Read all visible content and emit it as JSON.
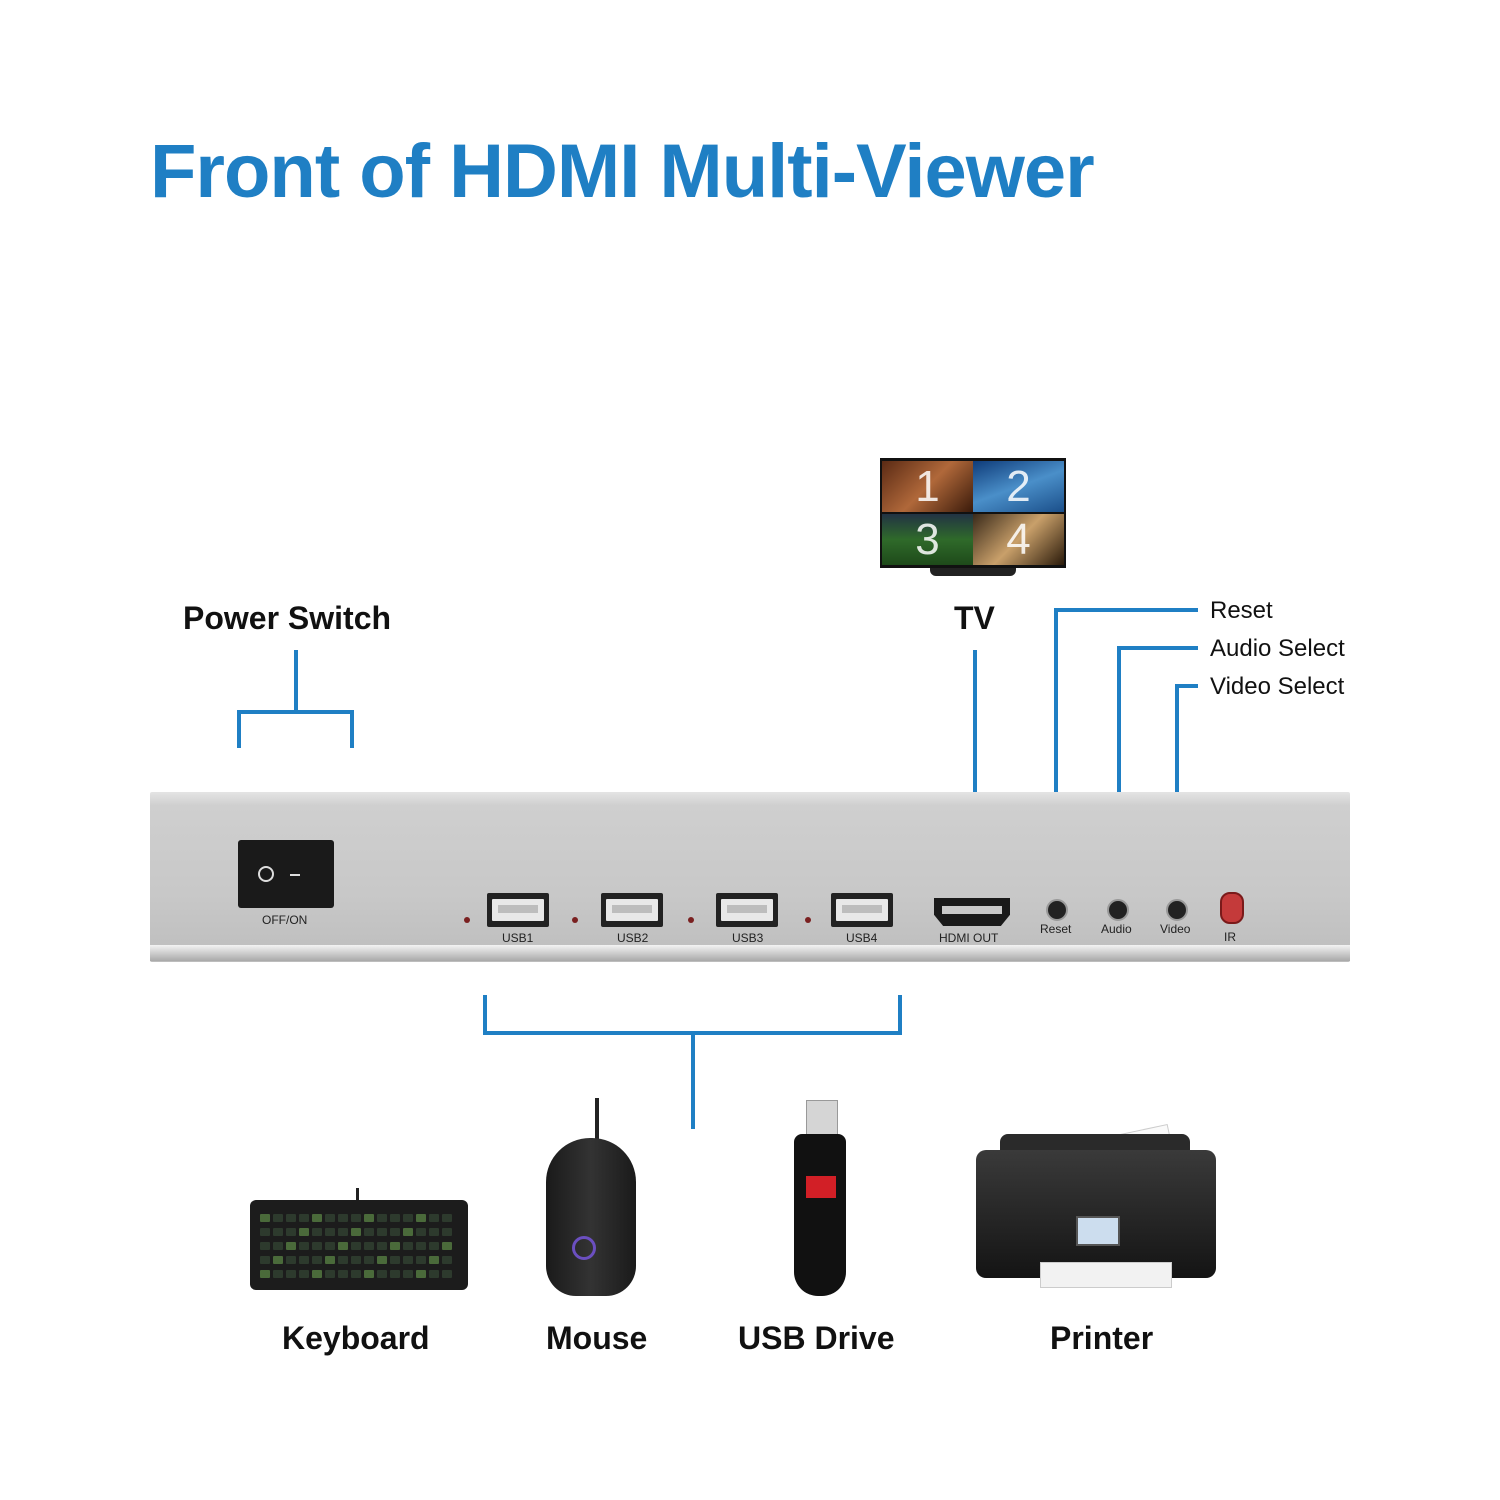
{
  "title": "Front of HDMI Multi-Viewer",
  "callouts": {
    "power_switch": "Power Switch",
    "tv": "TV",
    "reset": "Reset",
    "audio_select": "Audio Select",
    "video_select": "Video Select"
  },
  "panel": {
    "switch_label": "OFF/ON",
    "usb_ports": [
      "USB1",
      "USB2",
      "USB3",
      "USB4"
    ],
    "hdmi_out": "HDMI OUT",
    "buttons": [
      "Reset",
      "Audio",
      "Video"
    ],
    "ir": "IR"
  },
  "tv_screen": [
    "1",
    "2",
    "3",
    "4"
  ],
  "peripherals": {
    "keyboard": "Keyboard",
    "mouse": "Mouse",
    "usb_drive": "USB Drive",
    "printer": "Printer"
  },
  "colors": {
    "accent_blue": "#1f7fc4",
    "device_silver": "#c8c8c8"
  }
}
